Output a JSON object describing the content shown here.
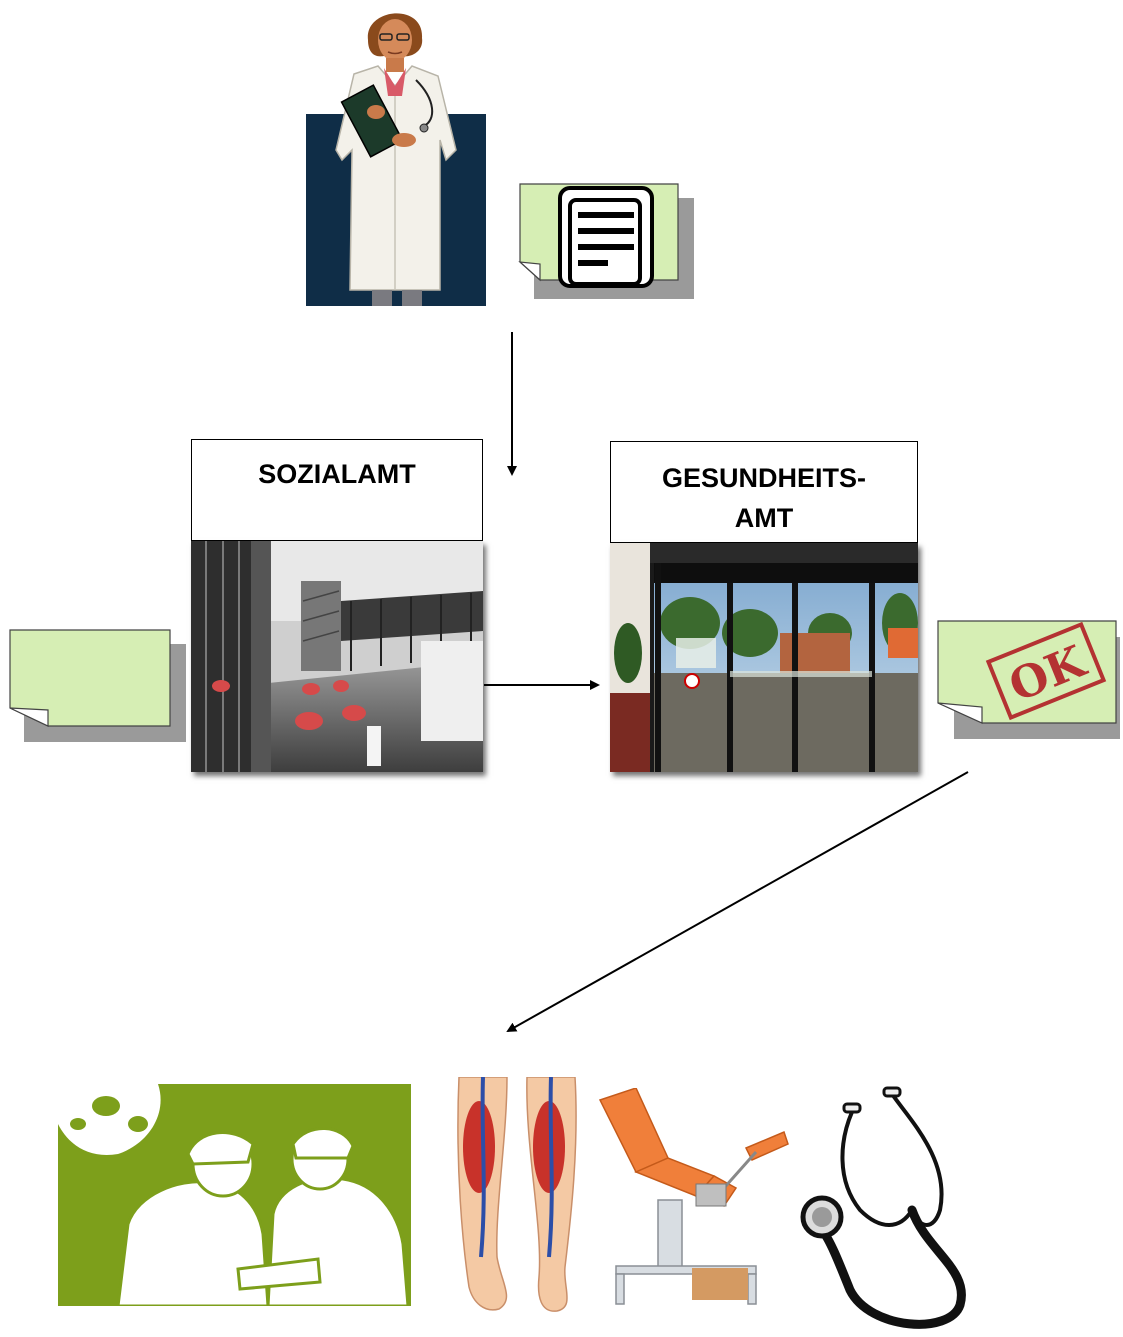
{
  "offices": {
    "sozialamt": {
      "label": "SOZIALAMT"
    },
    "gesundheitsamt": {
      "label_line1": "GESUNDHEITS-",
      "label_line2": "AMT"
    }
  },
  "notes": {
    "stamp_text": "OK"
  },
  "colors": {
    "note_fill": "#d6eeb4",
    "note_shadow": "#9a9a9a",
    "doctor_backdrop": "#0f2d47",
    "surgeon_green": "#7d9f1b",
    "stamp_red": "#b43232",
    "arrow": "#000000"
  },
  "icons": {
    "document": "document-icon",
    "doctor": "doctor-clipart",
    "surgery": "surgeons-icon",
    "legs": "leg-veins-illustration",
    "chair": "examination-chair",
    "stethoscope": "stethoscope-icon"
  }
}
